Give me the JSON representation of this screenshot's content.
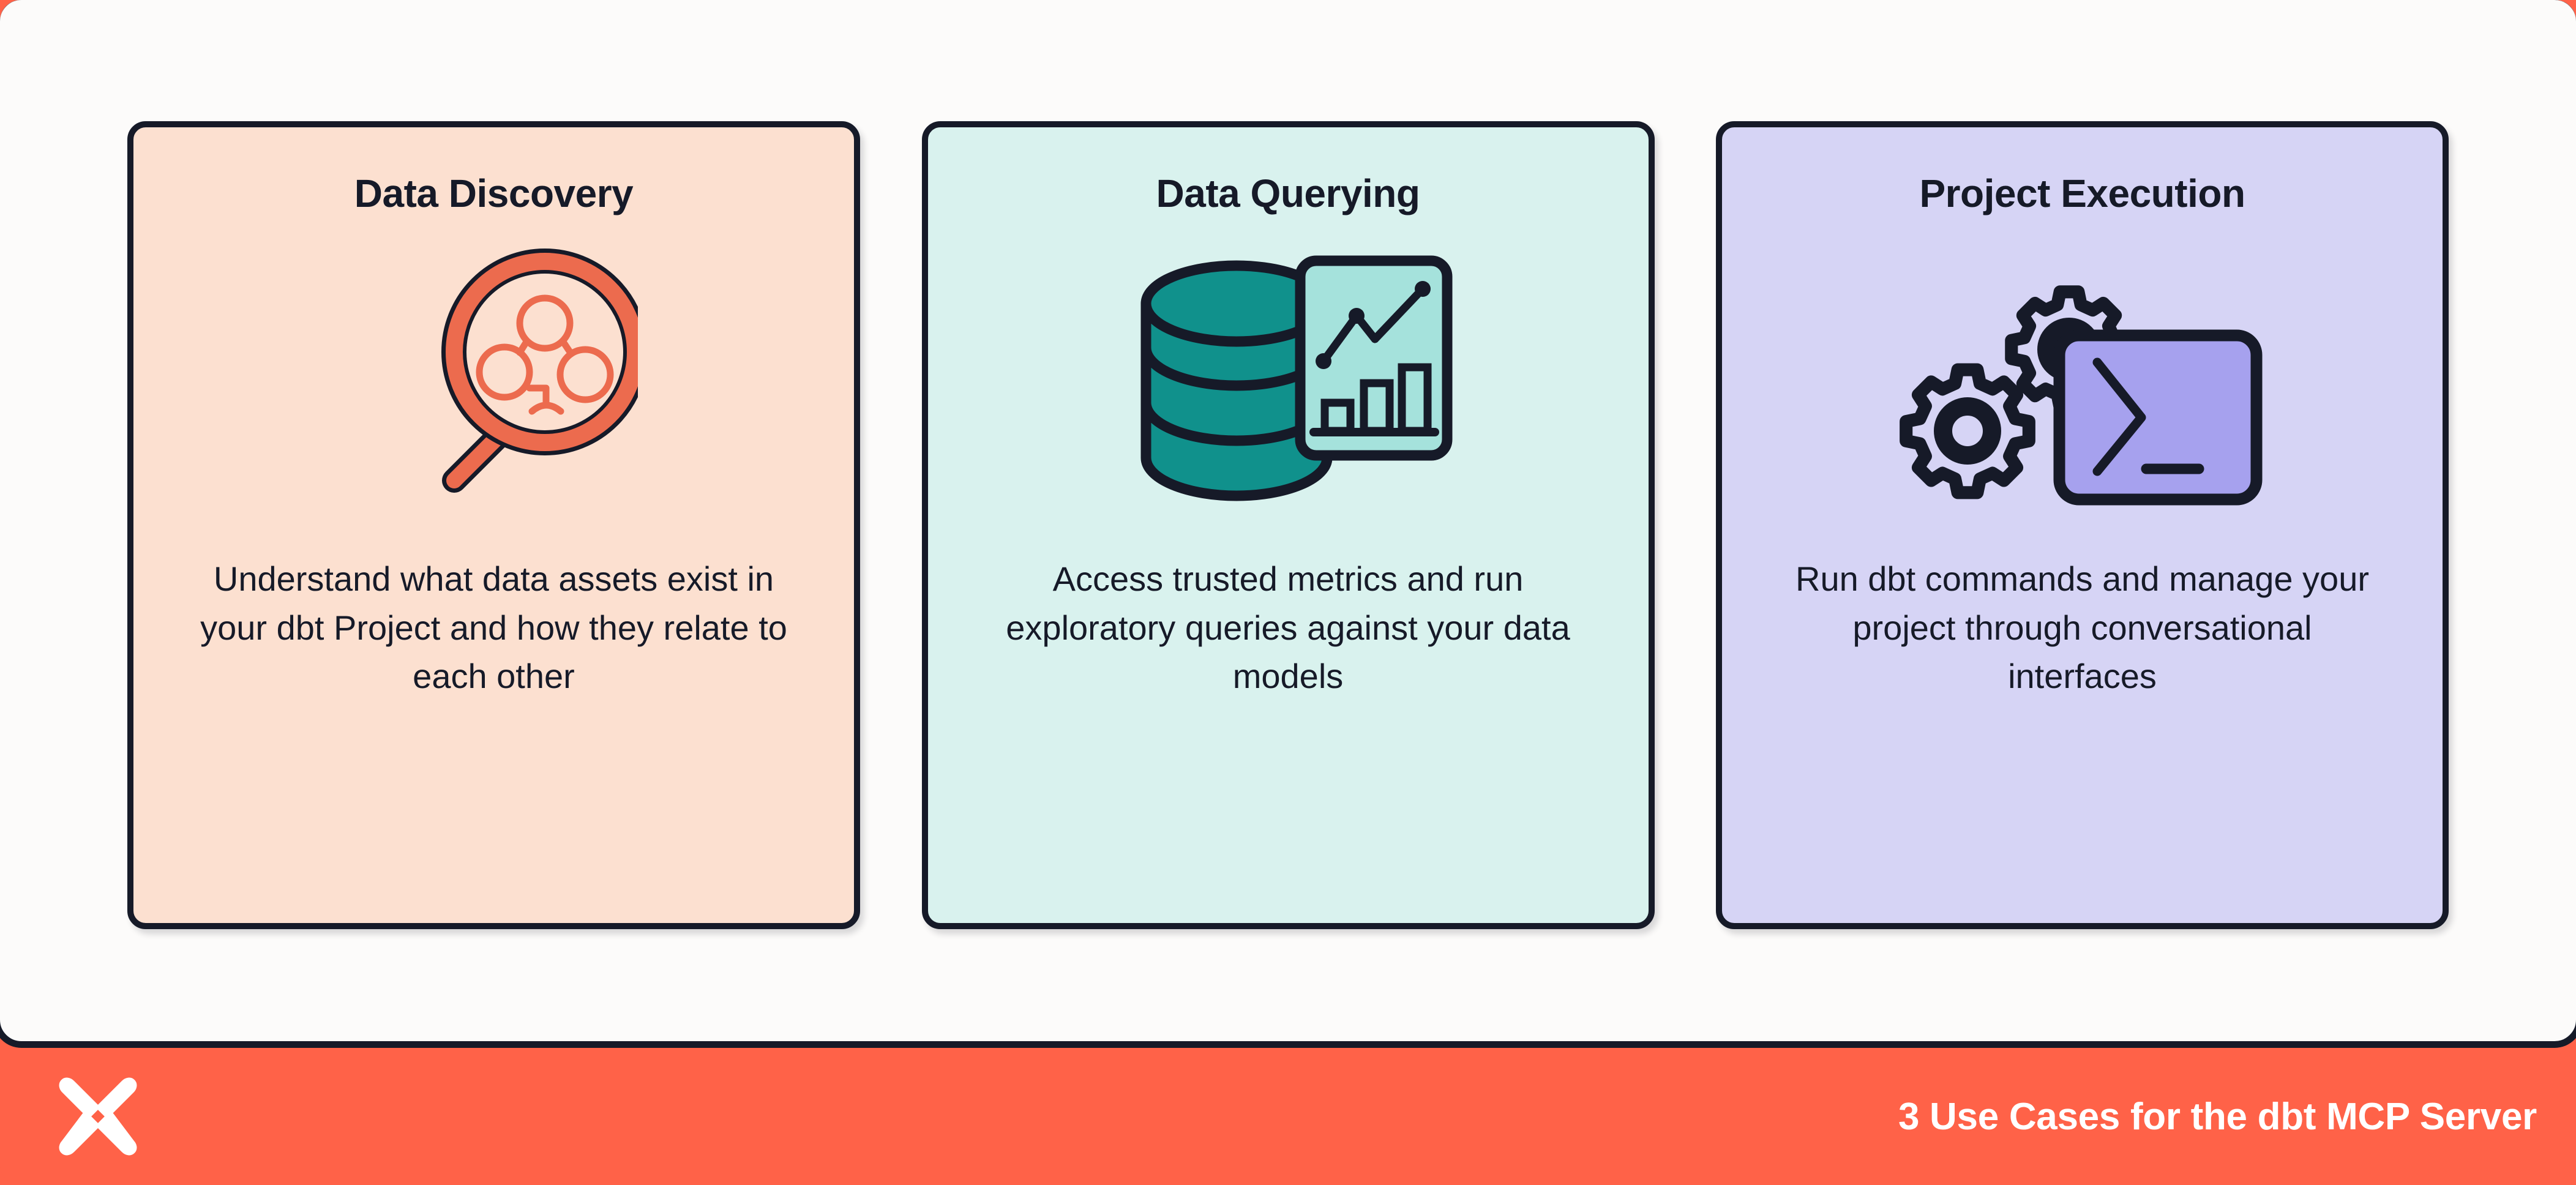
{
  "slide": {
    "background_color": "#FF6248",
    "panel_color": "#FCFBFA",
    "outline_color": "#161A28"
  },
  "cards": [
    {
      "title": "Data Discovery",
      "body": "Understand what data assets exist in your dbt Project and how they relate to each other",
      "background_color": "#FCE0D0",
      "accent_color": "#EC6B4E",
      "icon": "magnifying-glass-lineage-icon"
    },
    {
      "title": "Data Querying",
      "body": "Access trusted metrics and run exploratory queries against your data models",
      "background_color": "#D9F2EE",
      "accent_color": "#10918C",
      "icon": "database-chart-icon"
    },
    {
      "title": "Project Execution",
      "body": "Run dbt commands and manage your project through conversational interfaces",
      "background_color": "#D6D4F5",
      "accent_color": "#A6A1EE",
      "icon": "gears-terminal-icon"
    }
  ],
  "footer": {
    "title": "3 Use Cases for the dbt MCP Server",
    "logo": "dbt-logo",
    "background_color": "#FF6248",
    "text_color": "#FFFFFF"
  }
}
